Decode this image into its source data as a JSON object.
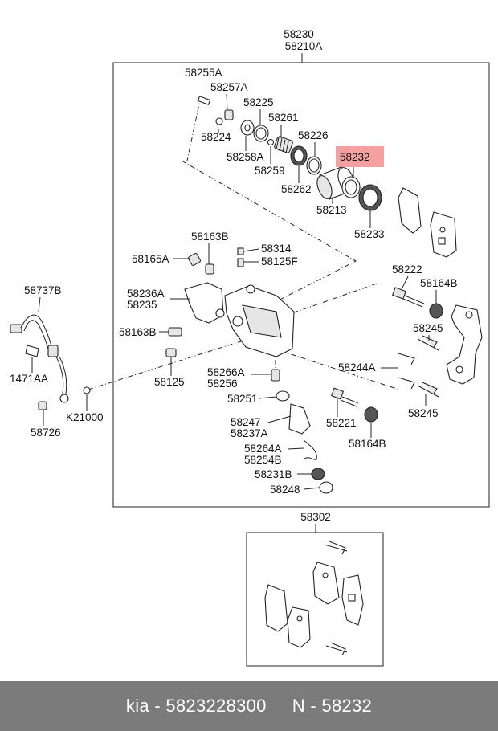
{
  "diagram": {
    "assembly_labels": [
      "58230",
      "58210A"
    ],
    "kit_label": "58302",
    "highlighted_part": "58232",
    "highlight_color": "#f4a0a0",
    "labels": {
      "l58255A": "58255A",
      "l58257A": "58257A",
      "l58225": "58225",
      "l58224": "58224",
      "l58261": "58261",
      "l58226": "58226",
      "l58258A": "58258A",
      "l58259": "58259",
      "l58232": "58232",
      "l58262": "58262",
      "l58213": "58213",
      "l58233": "58233",
      "l58163B_top": "58163B",
      "l58314": "58314",
      "l58165A": "58165A",
      "l58125F": "58125F",
      "l58222": "58222",
      "l58164B_top": "58164B",
      "l58737B": "58737B",
      "l58236A": "58236A",
      "l58235": "58235",
      "l58163B_mid": "58163B",
      "l58245_top": "58245",
      "l58125": "58125",
      "l1471AA": "1471AA",
      "l58244A": "58244A",
      "l58266A": "58266A",
      "l58256": "58256",
      "l58251": "58251",
      "l58245_bot": "58245",
      "l58221": "58221",
      "l58726": "58726",
      "lK21000": "K21000",
      "l58247": "58247",
      "l58237A": "58237A",
      "l58164B_bot": "58164B",
      "l58264A": "58264A",
      "l58254B": "58254B",
      "l58231B": "58231B",
      "l58248": "58248"
    }
  },
  "footer": {
    "text": "kia - 5823228300     N - 58232"
  }
}
